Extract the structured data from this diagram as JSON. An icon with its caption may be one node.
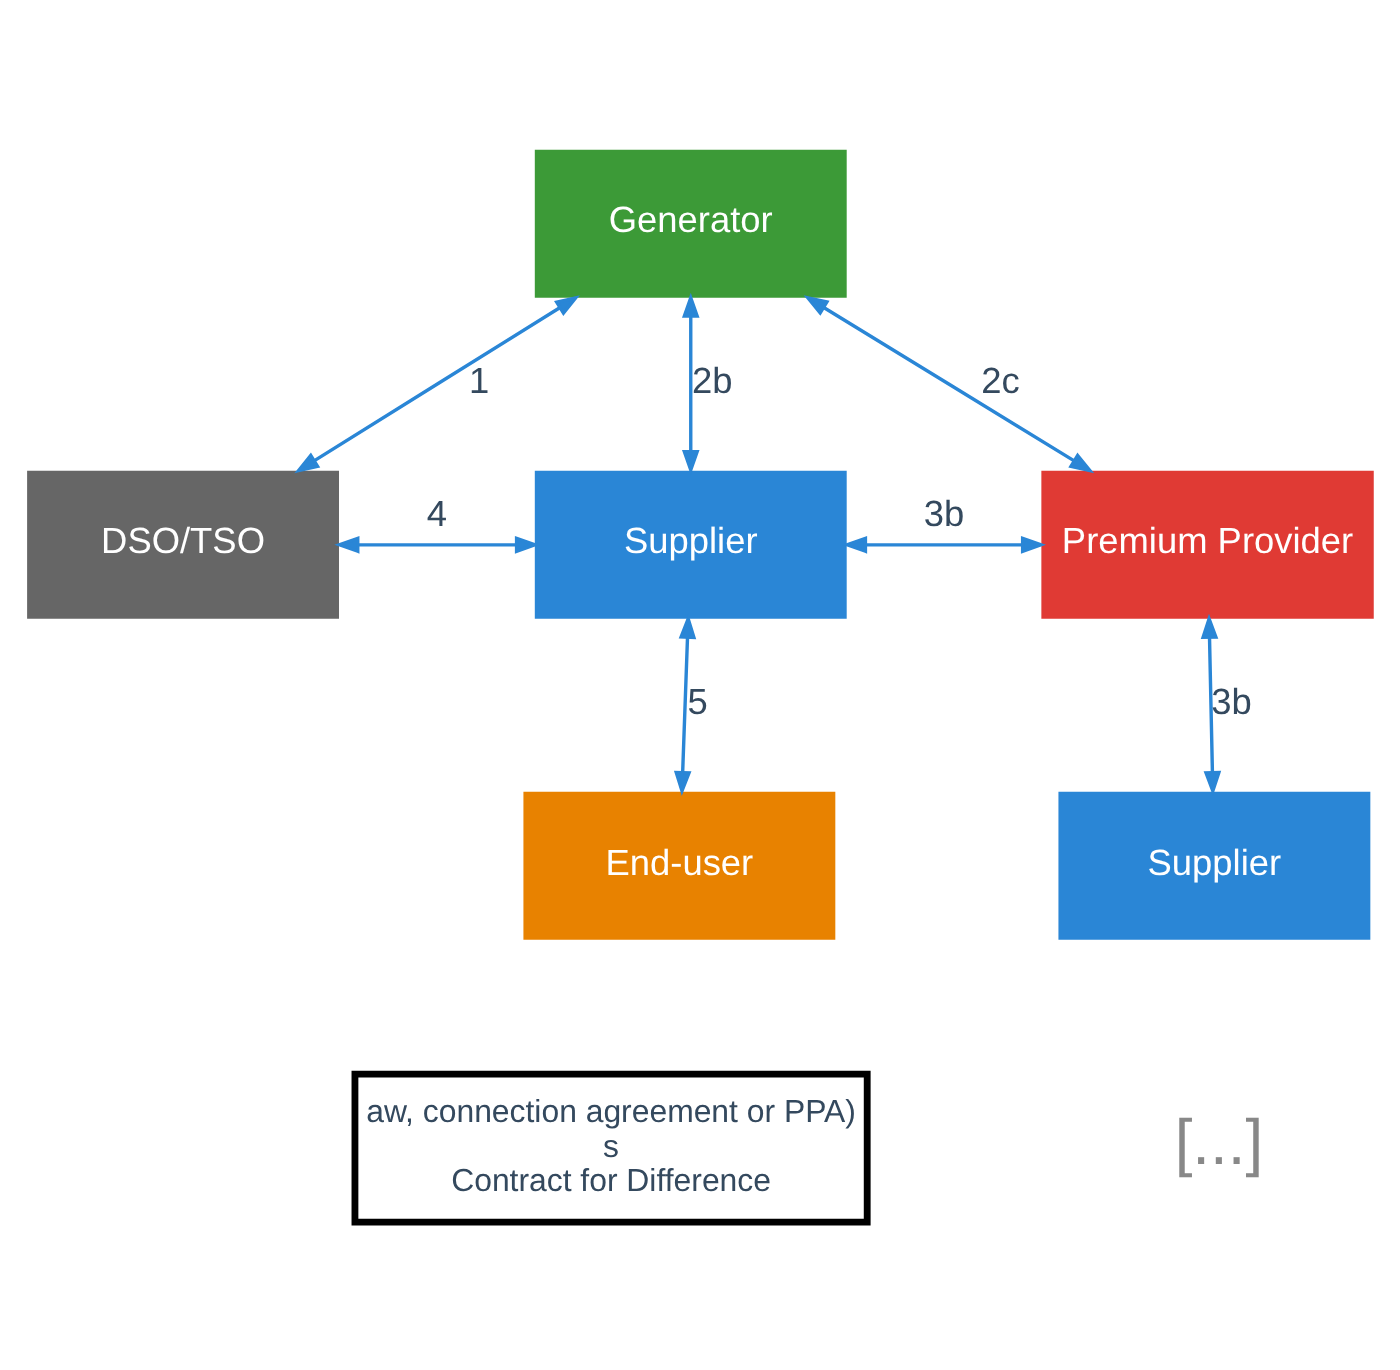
{
  "diagram": {
    "nodes": [
      {
        "text": [
          "Generator"
        ]
      },
      {
        "text": [
          "DSO/TSO"
        ]
      },
      {
        "text": [
          "Supplier"
        ]
      },
      {
        "text": [
          "Premium Provider"
        ]
      },
      {
        "text": [
          "End-user"
        ]
      },
      {
        "text": [
          "Supplier"
        ]
      },
      {
        "text": [
          "aw, connection agreement or PPA)",
          "s",
          "Contract for Difference"
        ]
      }
    ],
    "edges": [
      {
        "from": 0,
        "to": 1,
        "arrow": "both",
        "label": "1"
      },
      {
        "from": 0,
        "to": 2,
        "arrow": "both",
        "label": "2b"
      },
      {
        "from": 0,
        "to": 3,
        "arrow": "both",
        "label": "2c"
      },
      {
        "from": 1,
        "to": 2,
        "arrow": "both",
        "label": "4"
      },
      {
        "from": 2,
        "to": 3,
        "arrow": "both",
        "label": "3b"
      },
      {
        "from": 2,
        "to": 4,
        "arrow": "both",
        "label": "5"
      },
      {
        "from": 3,
        "to": 5,
        "arrow": "both",
        "label": "3b"
      }
    ],
    "labels": [
      "[...]"
    ]
  }
}
